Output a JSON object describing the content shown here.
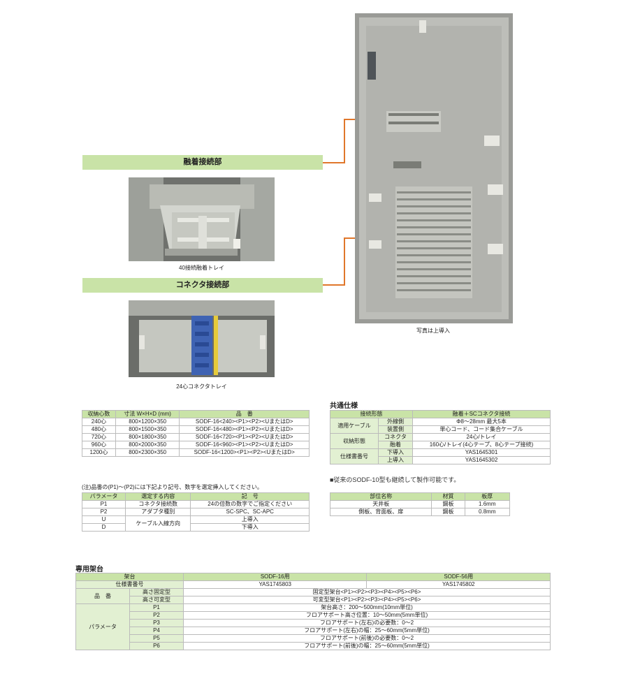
{
  "sections": {
    "fusion_label": "融着接続部",
    "fusion_caption": "40接続融着トレイ",
    "connector_label": "コネクタ接続部",
    "connector_caption": "24心コネクタトレイ",
    "cabinet_caption": "写真は上導入"
  },
  "capacity_table": {
    "headers": [
      "収納心数",
      "寸法 W×H×D (mm)",
      "品　番"
    ],
    "rows": [
      [
        "240心",
        "800×1200×350",
        "SODF-16<240><P1><P2><UまたはD>"
      ],
      [
        "480心",
        "800×1500×350",
        "SODF-16<480><P1><P2><UまたはD>"
      ],
      [
        "720心",
        "800×1800×350",
        "SODF-16<720><P1><P2><UまたはD>"
      ],
      [
        "960心",
        "800×2000×350",
        "SODF-16<960><P1><P2><UまたはD>"
      ],
      [
        "1200心",
        "800×2300×350",
        "SODF-16<1200><P1><P2><UまたはD>"
      ]
    ]
  },
  "note": "(注)品番の(P1)～(P2)には下記より記号、数字を選定挿入してください。",
  "param_table": {
    "headers": [
      "パラメータ",
      "選定する内容",
      "記　号"
    ],
    "rows": [
      [
        "P1",
        "コネクタ接続数",
        "24の倍数の数字でご指定ください"
      ],
      [
        "P2",
        "アダプタ種別",
        "SC-SPC、SC-APC"
      ],
      [
        "U",
        "ケーブル入線方向",
        "上導入"
      ],
      [
        "D",
        "",
        "下導入"
      ]
    ]
  },
  "common_spec": {
    "title": "共通仕様",
    "header_left": "接続形態",
    "header_right": "融着＋SCコネクタ接続",
    "cable_label": "適用ケーブル",
    "outer_label": "外線側",
    "outer_value": "Φ8～28mm 最大5本",
    "device_label": "装置側",
    "device_value": "単心コード、コード集合ケーブル",
    "storage_label": "収納形態",
    "connector_label": "コネクタ",
    "connector_value": "24心/トレイ",
    "fusion_label": "融着",
    "fusion_value": "160心/トレイ(4心テープ、8心テープ接続)",
    "spec_label": "仕様書番号",
    "down_label": "下導入",
    "down_value": "YAS1645301",
    "up_label": "上導入",
    "up_value": "YAS1645302"
  },
  "legacy_note": "■従来のSODF-10型も継続して製作可能です。",
  "material_table": {
    "headers": [
      "部位名称",
      "材質",
      "板厚"
    ],
    "rows": [
      [
        "天井板",
        "鋼板",
        "1.6mm"
      ],
      [
        "側板、背面板、扉",
        "鋼板",
        "0.8mm"
      ]
    ]
  },
  "rack": {
    "title": "専用架台",
    "row1_label": "架台",
    "col1": "SODF-16用",
    "col2": "SODF-56用",
    "row2_label": "仕様書番号",
    "spec1": "YAS1745803",
    "spec2": "YAS1745802",
    "part_label": "品　番",
    "fixed_label": "高さ固定型",
    "fixed_value": "固定型架台<P1><P2><P3><P4><P5><P6>",
    "variable_label": "高さ可変型",
    "variable_value": "可変型架台<P1><P2><P3><P4><P5><P6>",
    "param_label": "パラメータ",
    "params": [
      [
        "P1",
        "架台高さ：200～500mm(10mm単位)"
      ],
      [
        "P2",
        "フロアサポート高さ位置：10～50mm(5mm単位)"
      ],
      [
        "P3",
        "フロアサポート(左右)の必要数：0～2"
      ],
      [
        "P4",
        "フロアサポート(左右)の幅：25～60mm(5mm単位)"
      ],
      [
        "P5",
        "フロアサポート(前後)の必要数：0～2"
      ],
      [
        "P6",
        "フロアサポート(前後)の幅：25～60mm(5mm単位)"
      ]
    ]
  },
  "colors": {
    "accent_green": "#c9e3a7",
    "leader_orange": "#e0772b"
  }
}
